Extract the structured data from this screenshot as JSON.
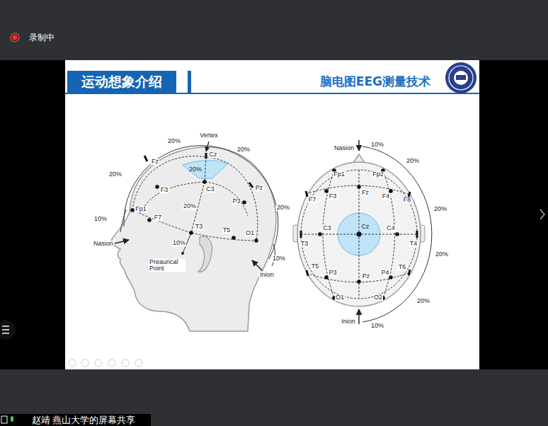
{
  "diagram": {
    "title": "脑电图EEG测量技术",
    "nodes": [
      {
        "text": [
          "运动想象介绍"
        ]
      }
    ],
    "labels": [
      "录制中",
      "Vertex",
      "20%",
      "20%",
      "Cz",
      "Fz",
      "20%",
      "20%",
      "F3",
      "C3",
      "Pz",
      "P3",
      "20%",
      "20%",
      "Fp1",
      "F7",
      "10%",
      "T3",
      "T5",
      "O1",
      "10%",
      "Nasion",
      "10%",
      "Preaurical Point",
      "Inion",
      "Nasion",
      "10%",
      "20%",
      "Fp1",
      "Fp2",
      "Fz",
      "F7",
      "F3",
      "F4",
      "F8",
      "20%",
      "T3",
      "C3",
      "Cz",
      "C4",
      "T4",
      "20%",
      "T5",
      "P3",
      "Pz",
      "P4",
      "T6",
      "O1",
      "O2",
      "20%",
      "Inion",
      "10%",
      "赵靖 燕山大学的屏幕共享"
    ]
  }
}
